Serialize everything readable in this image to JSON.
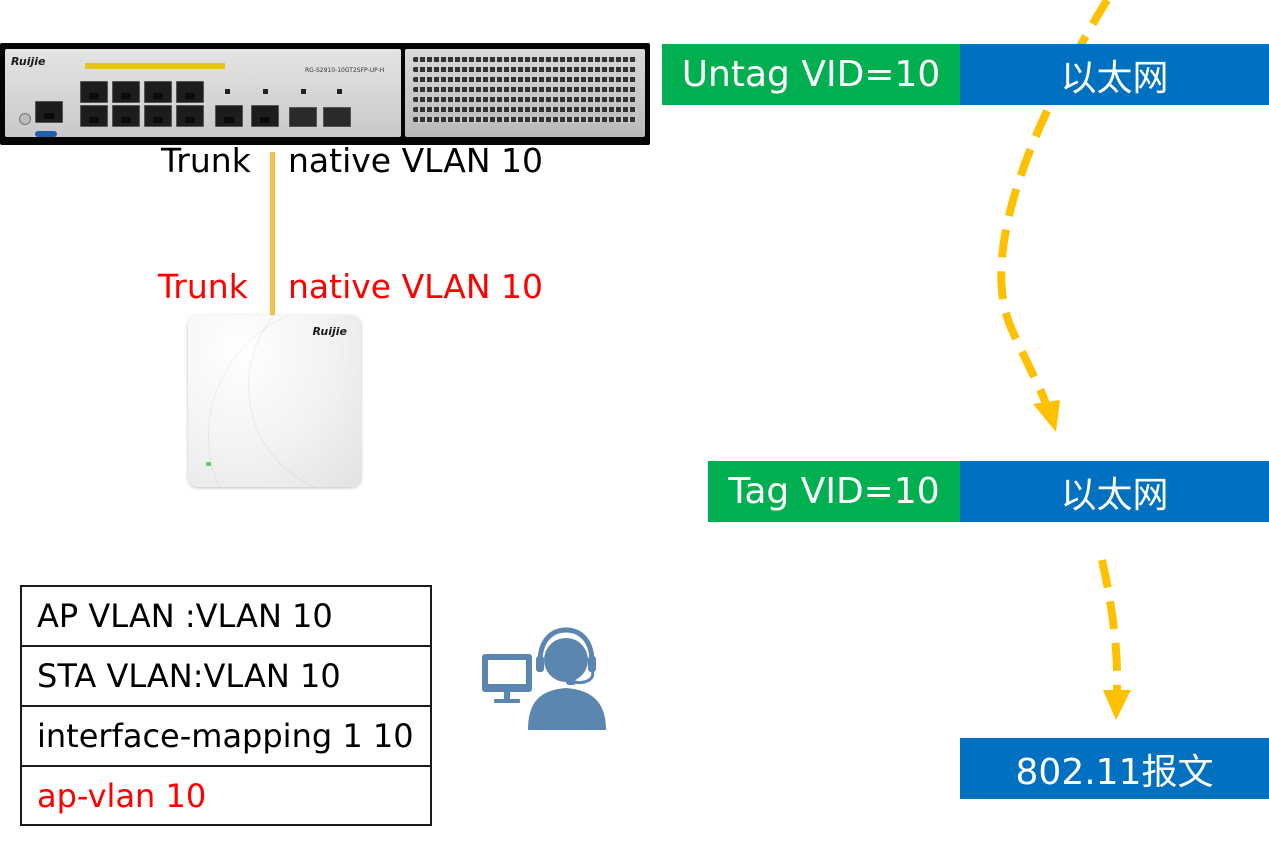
{
  "switch": {
    "brand": "Ruijie",
    "model": "RG-S2910-10GT2SFP-UP-H",
    "upper_label_left": "Trunk",
    "upper_label_right": "native VLAN 10"
  },
  "ap": {
    "brand": "Ruijie",
    "label_left": "Trunk",
    "label_right": "native VLAN 10"
  },
  "frames": {
    "untagged": {
      "tag_text": "Untag VID=10",
      "payload_text": "以太网"
    },
    "tagged": {
      "tag_text": "Tag VID=10",
      "payload_text": "以太网"
    },
    "wireless": {
      "payload_text": "802.11报文"
    }
  },
  "config": {
    "rows": [
      {
        "text": "AP VLAN :VLAN 10"
      },
      {
        "text": "STA VLAN:VLAN 10"
      },
      {
        "text": "interface-mapping 1 10"
      },
      {
        "text": "ap-vlan 10"
      }
    ]
  },
  "colors": {
    "accent_green": "#00b050",
    "accent_blue": "#0070c0",
    "arrow_yellow": "#ffc000",
    "cable_yellow": "#f5c04a",
    "highlight_red": "#ff0000",
    "user_icon_blue": "#5b86b0"
  },
  "icons": {
    "user": "support-agent-icon",
    "arrows": "dashed-arrow-icon"
  }
}
